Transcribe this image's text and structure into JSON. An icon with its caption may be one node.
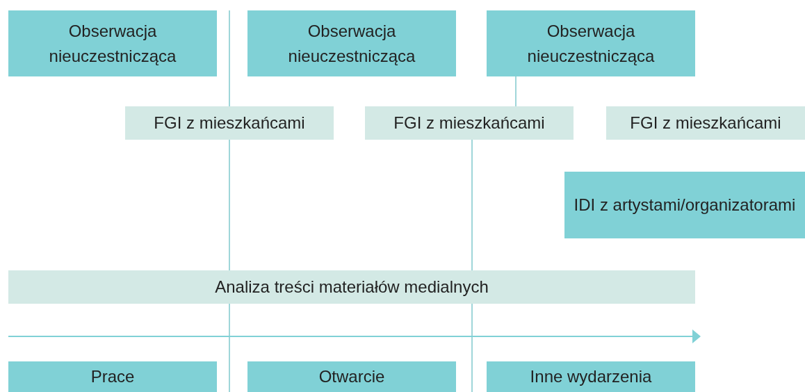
{
  "diagram": {
    "nodes": [
      {
        "text": [
          "Obserwacja nieuczestnicząca"
        ]
      },
      {
        "text": [
          "Obserwacja nieuczestnicząca"
        ]
      },
      {
        "text": [
          "Obserwacja nieuczestnicząca"
        ]
      },
      {
        "text": [
          "FGI z mieszkańcami"
        ]
      },
      {
        "text": [
          "FGI z mieszkańcami"
        ]
      },
      {
        "text": [
          "FGI z mieszkańcami"
        ]
      },
      {
        "text": [
          "IDI z artystami/organizatorami"
        ]
      },
      {
        "text": [
          "Analiza treści materiałów medialnych"
        ]
      },
      {
        "text": [
          "Prace"
        ]
      },
      {
        "text": [
          "Otwarcie"
        ]
      },
      {
        "text": [
          "Inne wydarzenia"
        ]
      }
    ]
  }
}
